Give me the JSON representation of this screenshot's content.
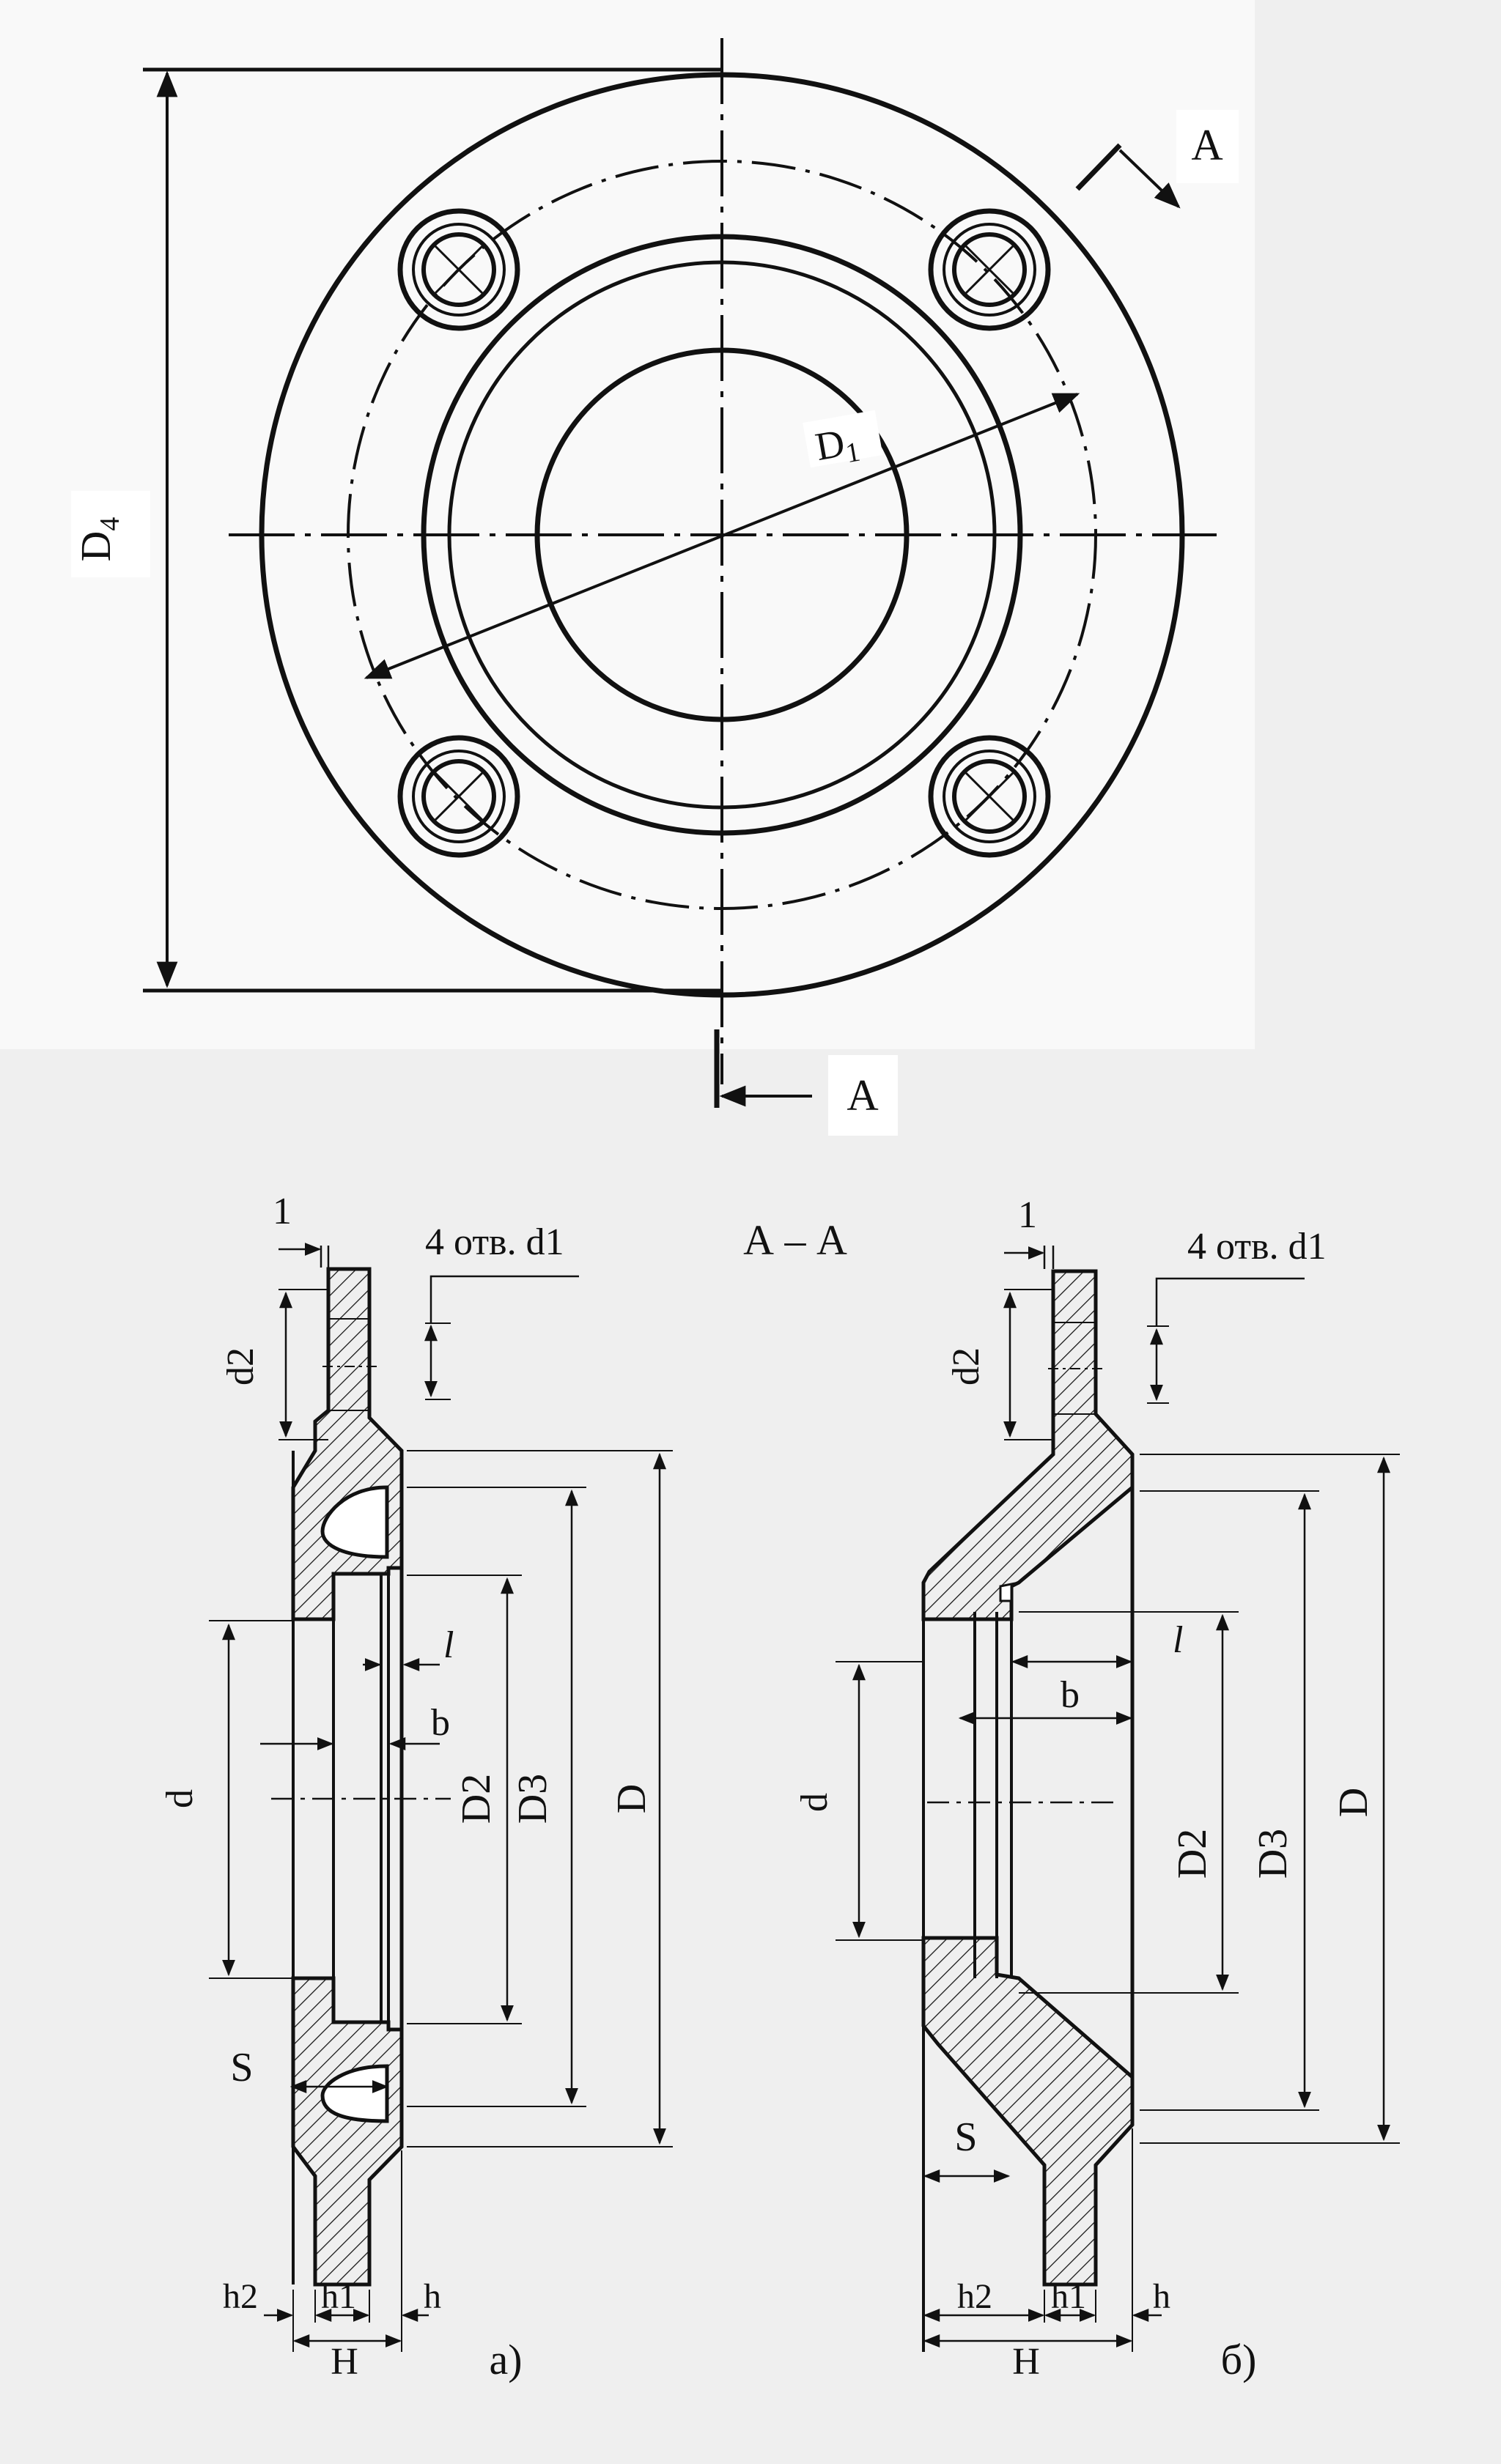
{
  "top_view": {
    "section_mark_top": "A",
    "section_mark_bottom": "A",
    "dim_outer": "D4",
    "dim_bolt": "D1"
  },
  "section": {
    "title": "А – А",
    "holes_note_a": "4 отв. d1",
    "holes_note_b": "4 отв. d1",
    "variant_a": "а)",
    "variant_b": "б)",
    "labels": {
      "one": "1",
      "d2": "d2",
      "d": "d",
      "b": "b",
      "l": "l",
      "D2": "D2",
      "D3": "D3",
      "D": "D",
      "S": "S",
      "h": "h",
      "h1": "h1",
      "h2": "h2",
      "H": "H"
    }
  },
  "colors": {
    "ink": "#111111",
    "paper_top": "#f9f9f9",
    "paper_bottom": "#efefef"
  }
}
